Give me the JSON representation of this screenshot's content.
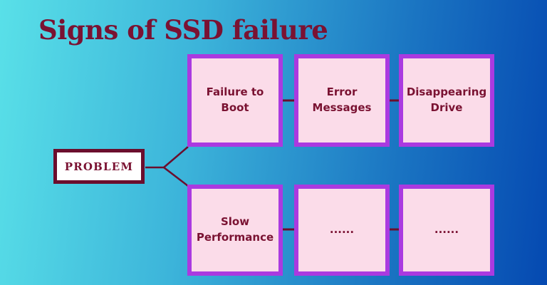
{
  "title": "Signs of SSD failure",
  "problem": {
    "label": "PROBLEM"
  },
  "grid": {
    "rows": [
      {
        "boxes": [
          {
            "label": "Failure to Boot"
          },
          {
            "label": "Error\nMessages"
          },
          {
            "label": "Disappearing\nDrive"
          }
        ]
      },
      {
        "boxes": [
          {
            "label": "Slow\nPerformance"
          },
          {
            "label": "......"
          },
          {
            "label": "......"
          }
        ]
      }
    ]
  },
  "colors": {
    "background_left": "#59e0e8",
    "background_right": "#0549b1",
    "box_fill": "#fbdce9",
    "box_border": "#aa3ae0",
    "text_maroon": "#7a1232",
    "problem_border": "#6b0e2d",
    "connector": "#6b0e2d"
  }
}
